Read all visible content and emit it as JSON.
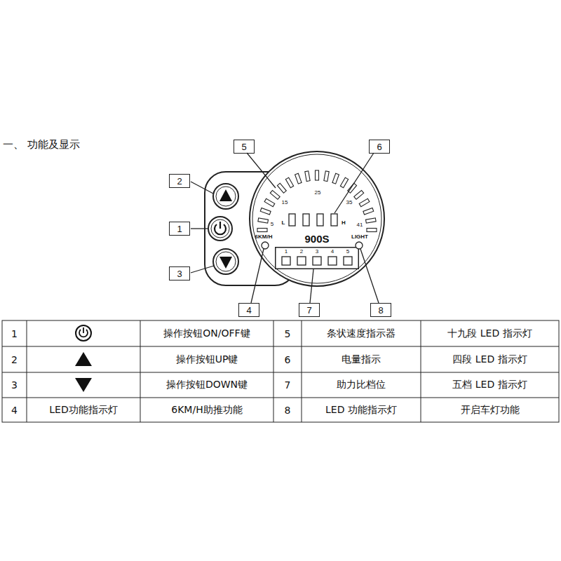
{
  "diagram": {
    "title": "一、 功能及显示",
    "nodes": [
      {
        "text": [
          "5"
        ]
      },
      {
        "text": [
          "6"
        ]
      },
      {
        "text": [
          "2"
        ]
      },
      {
        "text": [
          "15",
          "25",
          "35",
          "5",
          "41",
          "L",
          "H",
          "900S",
          "6KM/H",
          "LIGHT"
        ]
      },
      {
        "text": [
          "1",
          "2",
          "3",
          "4",
          "5"
        ],
        "in": 3
      },
      {
        "text": [
          "1"
        ]
      },
      {
        "text": [
          "3"
        ]
      },
      {
        "text": [
          "4"
        ]
      },
      {
        "text": [
          "7"
        ]
      },
      {
        "text": [
          "8"
        ]
      }
    ],
    "labels": [
      "1",
      "操作按钮ON/OFF键",
      "5",
      "条状速度指示器",
      "十九段 LED 指示灯",
      "2",
      "操作按钮UP键",
      "6",
      "电量指示",
      "四段 LED 指示灯",
      "3",
      "操作按钮DOWN键",
      "7",
      "助力比档位",
      "五档 LED 指示灯",
      "4",
      "LED功能指示灯",
      "6KM/H助推功能",
      "8",
      "LED 功能指示灯",
      "开启车灯功能"
    ]
  }
}
